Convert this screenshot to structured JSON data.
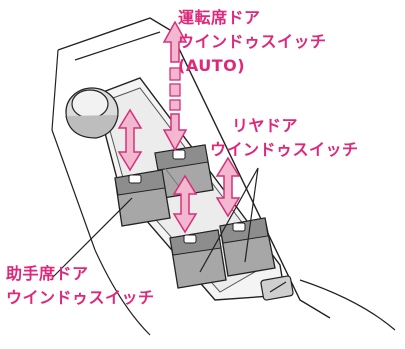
{
  "labels": {
    "driver": {
      "line1": "運転席ドア",
      "line2": "ウインドゥスイッチ",
      "line3": "(AUTO)"
    },
    "rear": {
      "line1": "リヤドア",
      "line2": "ウインドゥスイッチ"
    },
    "passenger": {
      "line1": "助手席ドア",
      "line2": "ウインドゥスイッチ"
    }
  },
  "colors": {
    "label": "#e0287a",
    "arrow_fill": "#f2b8cf",
    "arrow_stroke": "#d6307a",
    "switch_face": "#a7a7a7",
    "panel_line": "#222222"
  }
}
